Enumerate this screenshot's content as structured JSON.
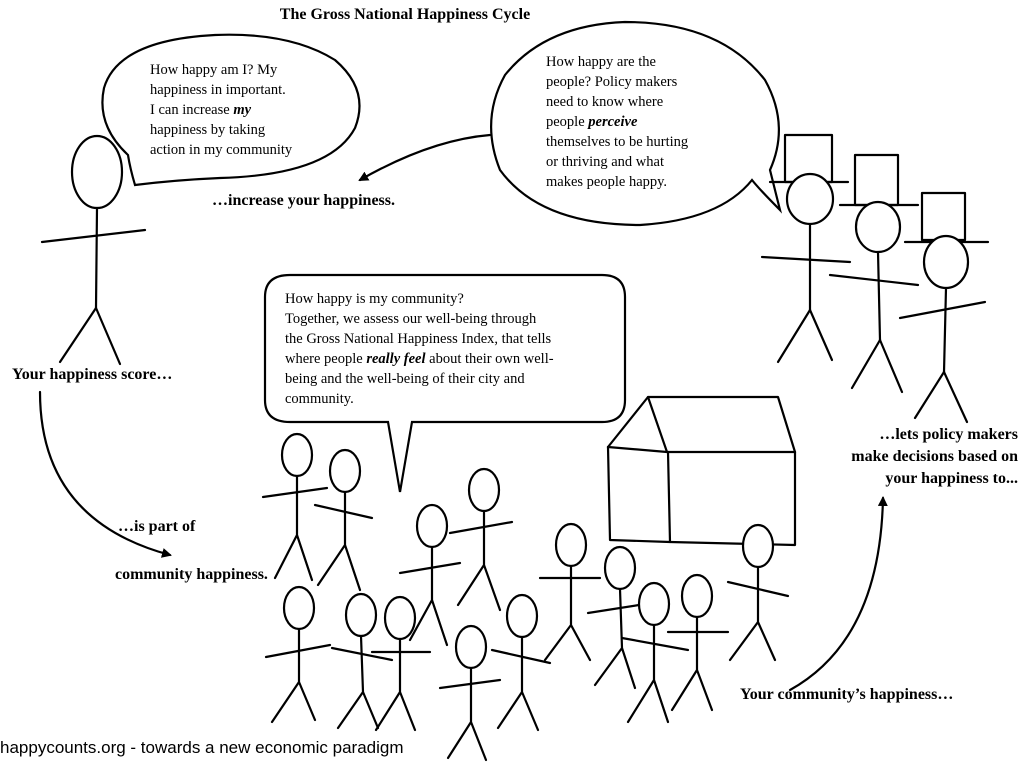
{
  "title": "The Gross National  Happiness Cycle",
  "bubbles": {
    "individual": [
      "How happy am I? My",
      "happiness in important.",
      "I can increase ",
      "my",
      "",
      "happiness by taking",
      "action in my community"
    ],
    "policy": [
      "How happy are the",
      "people? Policy makers",
      "need to know where",
      "people ",
      "perceive",
      "themselves to be hurting",
      "or thriving and what",
      "makes people happy."
    ],
    "community": [
      "How happy is my community?",
      "Together, we assess our well-being through",
      "the Gross National Happiness Index, that tells",
      "where people ",
      "really feel",
      " about their own well-",
      "being and the well-being of their city and",
      "community."
    ]
  },
  "labels": {
    "increase": "…increase your happiness.",
    "your_score": "Your happiness score…",
    "is_part_of": "…is part of",
    "community_happiness": "community happiness.",
    "lets_1": "…lets policy makers",
    "lets_2": "make decisions based on",
    "lets_3": "your happiness to...",
    "community_yours": "Your community’s happiness…"
  },
  "footer": "happycounts.org - towards a new economic paradigm",
  "colors": {
    "ink": "#000000",
    "background": "#ffffff"
  }
}
